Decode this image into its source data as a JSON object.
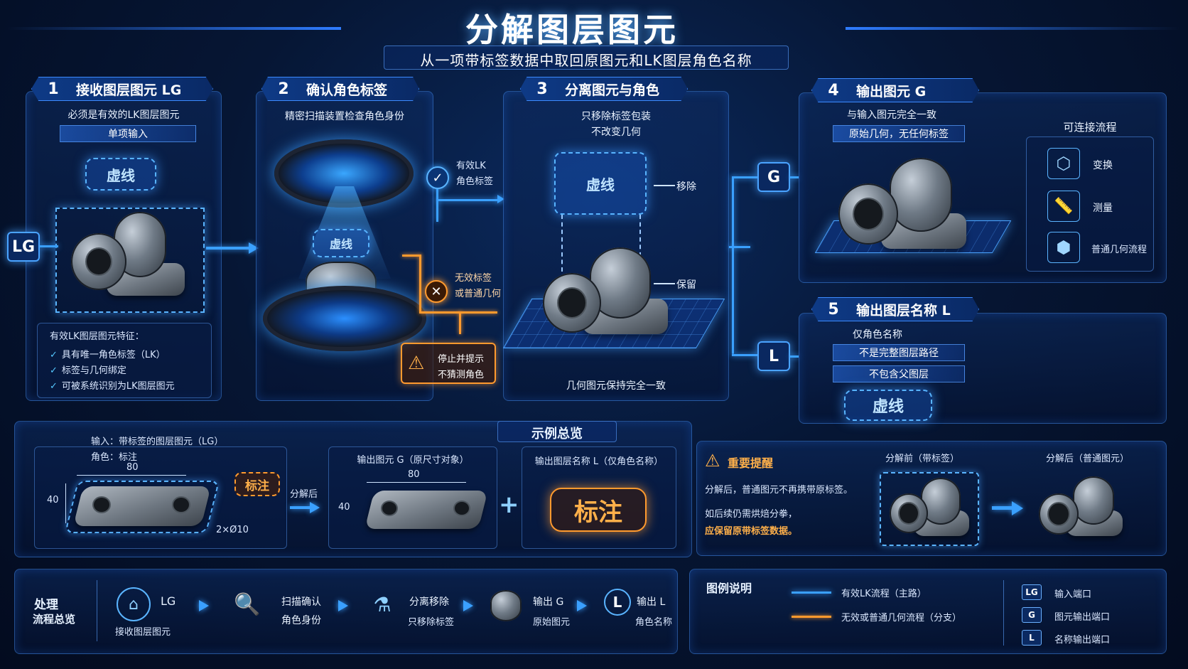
{
  "title": "分解图层图元",
  "subtitle": "从一项带标签数据中取回原图元和LK图层角色名称",
  "steps": [
    {
      "num": "1",
      "label": "接收图层图元 LG",
      "note": "必须是有效的LK图层图元",
      "pill": "单项输入"
    },
    {
      "num": "2",
      "label": "确认角色标签",
      "note": "精密扫描装置检查角色身份"
    },
    {
      "num": "3",
      "label": "分离图元与角色",
      "note1": "只移除标签包装",
      "note2": "不改变几何",
      "remove": "移除",
      "keep": "保留",
      "footer": "几何图元保持完全一致"
    },
    {
      "num": "4",
      "label": "输出图元 G",
      "note": "与输入图元完全一致",
      "pill": "原始几何，无任何标签"
    },
    {
      "num": "5",
      "label": "输出图层名称 L",
      "note": "仅角色名称",
      "pill1": "不是完整图层路径",
      "pill2": "不包含父图层"
    }
  ],
  "dashed_label": "虚线",
  "ports": {
    "lg": "LG",
    "g": "G",
    "l": "L"
  },
  "features": {
    "title": "有效LK图层图元特征：",
    "items": [
      "具有唯一角色标签（LK）",
      "标签与几何绑定",
      "可被系统识别为LK图层图元"
    ]
  },
  "scan": {
    "valid_line1": "有效LK",
    "valid_line2": "角色标签",
    "invalid_line1": "无效标签",
    "invalid_line2": "或普通几何",
    "stop_line1": "停止并提示",
    "stop_line2": "不猜测角色"
  },
  "connectable": {
    "title": "可连接流程",
    "items": [
      {
        "icon": "cube-transform-icon",
        "label": "变换"
      },
      {
        "icon": "ruler-icon",
        "label": "测量"
      },
      {
        "icon": "cube-icon",
        "label": "普通几何流程"
      }
    ]
  },
  "example": {
    "title": "示例总览",
    "input_line1": "输入：带标签的图层图元（LG）",
    "input_line2": "角色：标注",
    "dim_w": "80",
    "dim_h": "40",
    "holes": "2×Ø10",
    "tag": "标注",
    "after": "分解后",
    "out_g": "输出图元 G（原尺寸对象）",
    "out_l": "输出图层名称 L（仅角色名称）",
    "plus": "+",
    "big_tag": "标注"
  },
  "reminder": {
    "title": "重要提醒",
    "line1": "分解后，普通图元不再携带原标签。",
    "line2": "如后续仍需烘焙分拳，",
    "line3": "应保留原带标签数据。",
    "before": "分解前（带标签）",
    "after": "分解后（普通图元）"
  },
  "process": {
    "title_line1": "处理",
    "title_line2": "流程总览",
    "steps": [
      {
        "top": "LG",
        "bottom": "接收图层图元"
      },
      {
        "top": "扫描确认",
        "bottom": "角色身份"
      },
      {
        "top": "分离移除",
        "bottom": "只移除标签"
      },
      {
        "top": "输出 G",
        "bottom": "原始图元"
      },
      {
        "top": "输出 L",
        "bottom": "角色名称"
      }
    ],
    "l_glyph": "L"
  },
  "legend": {
    "title": "图例说明",
    "blue": "有效LK流程（主路）",
    "orange": "无效或普通几何流程（分支）",
    "ports": [
      {
        "code": "LG",
        "label": "输入端口"
      },
      {
        "code": "G",
        "label": "图元输出端口"
      },
      {
        "code": "L",
        "label": "名称输出端口"
      }
    ]
  },
  "colors": {
    "accent": "#3aa0ff",
    "warning": "#ff9a2e",
    "bg": "#061634"
  }
}
